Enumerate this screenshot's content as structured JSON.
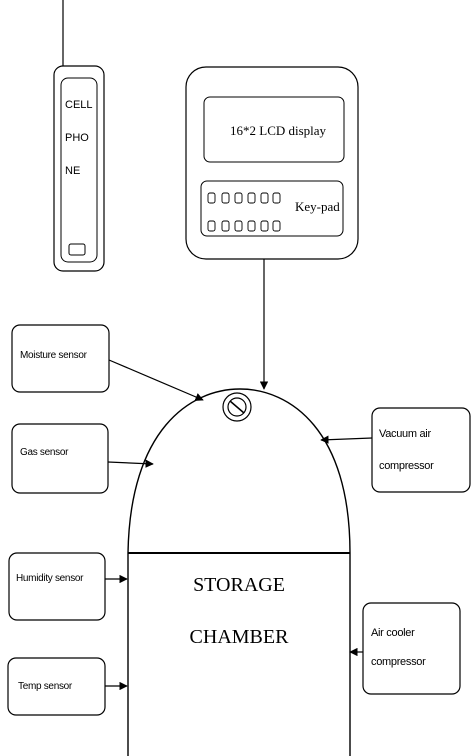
{
  "phone": {
    "label_lines": [
      "CELL",
      "PHO",
      "NE"
    ]
  },
  "control_unit": {
    "lcd_label": "16*2 LCD display",
    "keypad_label": "Key-pad"
  },
  "sensors": {
    "moisture": "Moisture sensor",
    "gas": "Gas sensor",
    "humidity": "Humidity sensor",
    "temp": "Temp sensor"
  },
  "actuators": {
    "vacuum_line1": "Vacuum air",
    "vacuum_line2": "compressor",
    "cooler_line1": "Air cooler",
    "cooler_line2": "compressor"
  },
  "chamber": {
    "line1": "STORAGE",
    "line2": "CHAMBER"
  },
  "colors": {
    "stroke": "#000000",
    "background": "#ffffff"
  }
}
